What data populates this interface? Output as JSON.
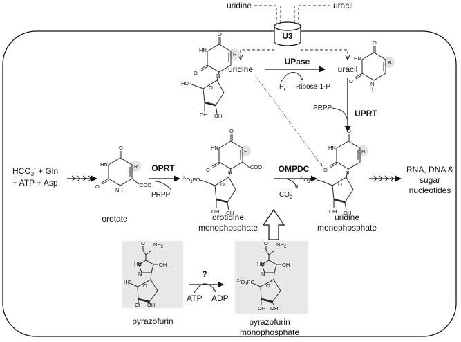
{
  "transport": {
    "uridine_label": "uridine",
    "uracil_label": "uracil",
    "transporter_label": "U3"
  },
  "enzymes": {
    "upase": "UPase",
    "uprt": "UPRT",
    "oprt": "OPRT",
    "ompdc": "OMPDC",
    "unknown": "?"
  },
  "metabolites": {
    "uridine": "uridine",
    "uracil": "uracil",
    "orotate": "orotate",
    "omp_line1": "orotidine",
    "omp_line2": "monophosphate",
    "ump_line1": "uridine",
    "ump_line2": "monophosphate",
    "pyrazofurin": "pyrazofurin",
    "pyr_mp_line1": "pyrazofurin",
    "pyr_mp_line2": "monophosphate"
  },
  "inputs": {
    "line1": "HCO",
    "line1_sub": "3",
    "line1_sup": "-",
    "line1_rest": " + Gln",
    "line2": "+ ATP + Asp"
  },
  "outputs": {
    "line1": "RNA, DNA &",
    "line2": "sugar",
    "line3": "nucleotides"
  },
  "cofactors": {
    "pi": "P",
    "pi_sub": "i",
    "ribose": "Ribose-1-P",
    "prpp_upper": "PRPP",
    "prpp_lower": "PRPP",
    "co2": "CO",
    "co2_sub": "2",
    "atp": "ATP",
    "adp": "ADP"
  },
  "atoms": {
    "O": "O",
    "OH": "OH",
    "HO": "HO",
    "HN": "HN",
    "NH": "NH",
    "N": "N",
    "H": "H",
    "R": "R",
    "COO": "COO",
    "NH2": "NH",
    "NH2_sub": "2",
    "PO3": "O",
    "PO3_prefix": "2-",
    "PO3_mid": "O",
    "PO3_sub": "3",
    "PO3_P": "P"
  }
}
